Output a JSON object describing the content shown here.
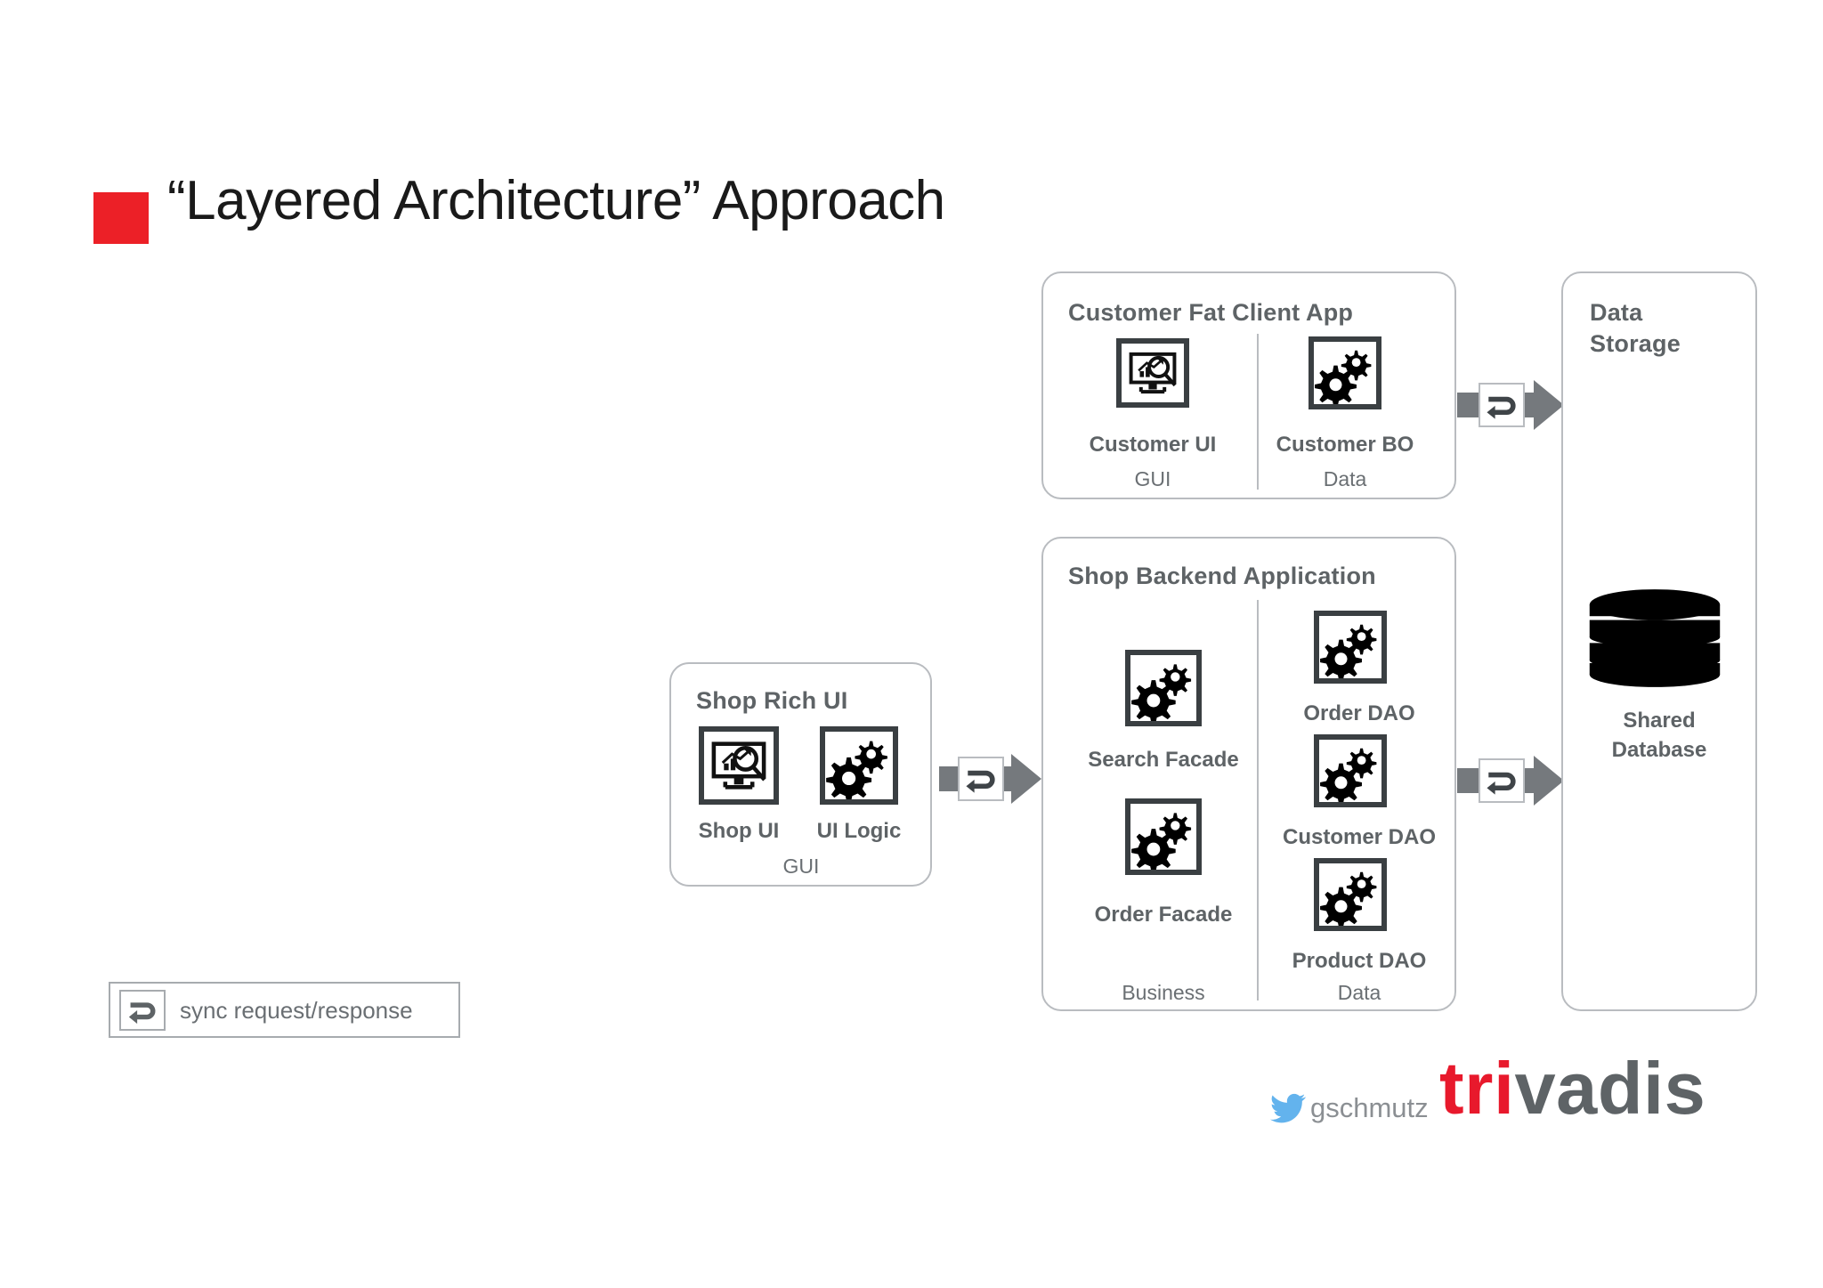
{
  "slide": {
    "title": "“Layered Architecture” Approach",
    "bullet_color": "#ec2027"
  },
  "diagram": {
    "type": "layered-architecture",
    "boxes": [
      {
        "id": "customer-fat-client-app",
        "title": "Customer  Fat Client App",
        "columns": [
          {
            "layer": "GUI",
            "components": [
              {
                "label": "Customer UI",
                "icon": "monitor-search-icon"
              }
            ]
          },
          {
            "layer": "Data",
            "components": [
              {
                "label": "Customer BO",
                "icon": "gears-icon"
              }
            ]
          }
        ]
      },
      {
        "id": "shop-backend-application",
        "title": "Shop Backend Application",
        "columns": [
          {
            "layer": "Business",
            "components": [
              {
                "label": "Search Facade",
                "icon": "gears-icon"
              },
              {
                "label": "Order Facade",
                "icon": "gears-icon"
              }
            ]
          },
          {
            "layer": "Data",
            "components": [
              {
                "label": "Order DAO",
                "icon": "gears-icon"
              },
              {
                "label": "Customer DAO",
                "icon": "gears-icon"
              },
              {
                "label": "Product DAO",
                "icon": "gears-icon"
              }
            ]
          }
        ]
      },
      {
        "id": "shop-rich-ui",
        "title": "Shop Rich UI",
        "columns": [
          {
            "layer": "GUI",
            "components": [
              {
                "label": "Shop UI",
                "icon": "monitor-search-icon"
              },
              {
                "label": "UI Logic",
                "icon": "gears-icon"
              }
            ]
          }
        ]
      },
      {
        "id": "data-storage",
        "title_line1": "Data",
        "title_line2": "Storage",
        "components": [
          {
            "label_line1": "Shared",
            "label_line2": "Database",
            "icon": "database-cylinder-icon"
          }
        ]
      }
    ],
    "connectors": [
      {
        "id": "customer-bo-to-data-storage",
        "kind": "sync request/response",
        "from": "Customer BO",
        "to": "Data Storage"
      },
      {
        "id": "shop-rich-ui-to-shop-backend",
        "kind": "sync request/response",
        "from": "Shop Rich UI",
        "to": "Shop Backend Application"
      },
      {
        "id": "shop-backend-to-data-storage",
        "kind": "sync request/response",
        "from": "Shop Backend Application",
        "to": "Data Storage"
      }
    ]
  },
  "legend": {
    "icon": "sync-request-response-icon",
    "label": "sync request/response"
  },
  "footer": {
    "twitter_icon": "twitter-bird-icon",
    "twitter_handle": "gschmutz",
    "brand_part1": "tri",
    "brand_part2": "vadis",
    "brand_color_primary": "#e8192c",
    "brand_color_secondary": "#5e6366"
  }
}
